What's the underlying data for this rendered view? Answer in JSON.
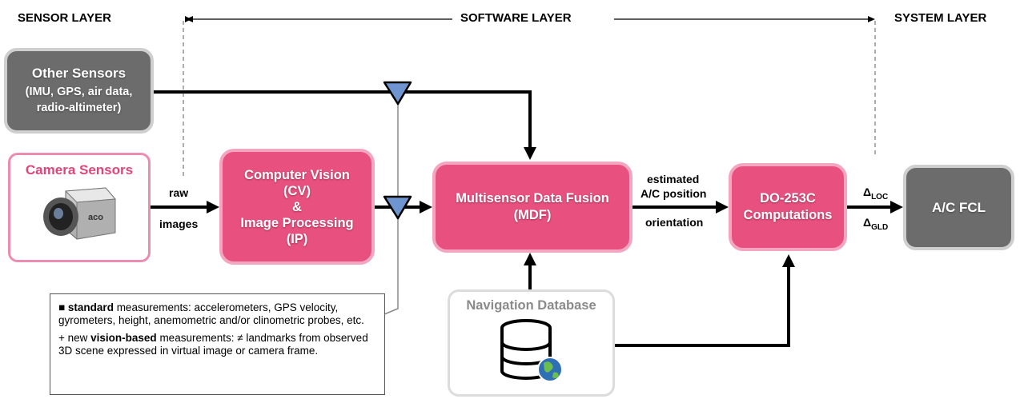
{
  "layers": {
    "sensor": "SENSOR LAYER",
    "software": "SOFTWARE LAYER",
    "system": "SYSTEM LAYER"
  },
  "boxes": {
    "other_sensors": {
      "title": "Other Sensors",
      "line1": "(IMU, GPS, air data,",
      "line2": "radio-altimeter)"
    },
    "camera_sensors": {
      "title": "Camera Sensors"
    },
    "cv_ip": {
      "line1": "Computer Vision",
      "line2": "(CV)",
      "line3": "&",
      "line4": "Image Processing",
      "line5": "(IP)"
    },
    "mdf": {
      "line1": "Multisensor Data Fusion",
      "line2": "(MDF)"
    },
    "do253c": {
      "line1": "DO-253C",
      "line2": "Computations"
    },
    "fcl": {
      "title": "A/C FCL"
    },
    "nav_db": {
      "title": "Navigation Database"
    }
  },
  "edge_labels": {
    "raw": "raw",
    "images": "images",
    "estimated": "estimated",
    "ac_position": "A/C position",
    "orientation": "orientation",
    "delta_loc": "Δ",
    "delta_loc_sub": "LOC",
    "delta_gld": "Δ",
    "delta_gld_sub": "GLD"
  },
  "note": {
    "bullet1_marker": "■",
    "bullet1_bold": "standard",
    "bullet1_rest": " measurements: accelerometers, GPS velocity, gyrometers, height, anemometric and/or clinometric probes, etc.",
    "bullet2_prefix": "+ new ",
    "bullet2_bold": "vision-based",
    "bullet2_rest": " measurements: ≠ landmarks from observed 3D scene expressed in virtual image or camera frame."
  },
  "colors": {
    "pink": "#e8517f",
    "pink_border": "#f4a6c0",
    "gray": "#6c6c6c",
    "triangle": "#6f95d0",
    "camera_title": "#e0457a",
    "nav_title": "#8a8a8a"
  },
  "icons": {
    "camera": "camera-icon",
    "database": "database-icon",
    "globe": "globe-icon"
  }
}
